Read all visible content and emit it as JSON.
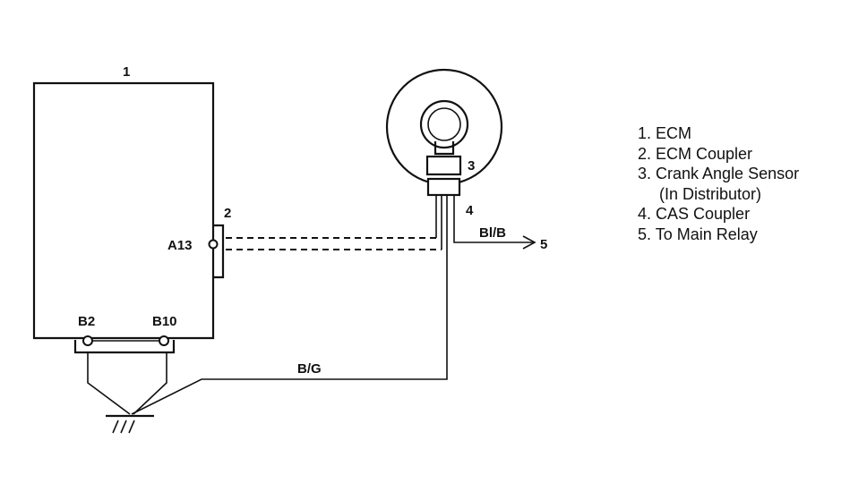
{
  "labels": {
    "ecm_num": "1",
    "coupler_num": "2",
    "sensor_num": "3",
    "cas_num": "4",
    "relay_num": "5",
    "pin_a13": "A13",
    "pin_b2": "B2",
    "pin_b10": "B10",
    "wire_bg": "B/G",
    "wire_bl": "Bl/B"
  },
  "legend": {
    "item1": "1. ECM",
    "item2": "2. ECM Coupler",
    "item3": "3. Crank Angle Sensor",
    "item3_cont": "(In Distributor)",
    "item4": "4. CAS Coupler",
    "item5": "5. To Main Relay"
  }
}
